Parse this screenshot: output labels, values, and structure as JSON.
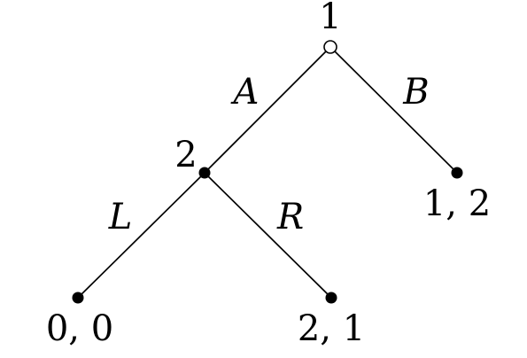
{
  "players": {
    "root": "1",
    "second": "2"
  },
  "actions": {
    "a": "A",
    "b": "B",
    "l": "L",
    "r": "R"
  },
  "payoffs": {
    "b_leaf": "1, 2",
    "l_leaf": "0, 0",
    "r_leaf": "2, 1"
  }
}
